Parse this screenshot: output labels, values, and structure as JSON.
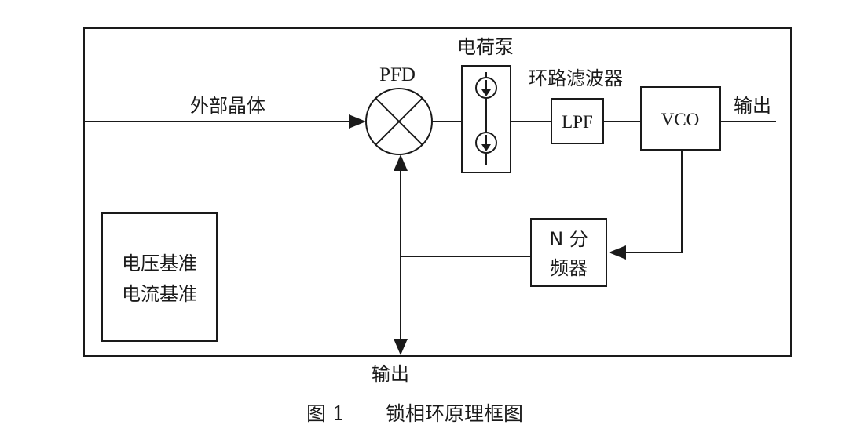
{
  "labels": {
    "crystal": "外部晶体",
    "pfd": "PFD",
    "charge_pump": "电荷泵",
    "loop_filter": "环路滤波器",
    "lpf": "LPF",
    "vco": "VCO",
    "output_right": "输出",
    "divider_line1": "N 分",
    "divider_line2": "频器",
    "reference_line1": "电压基准",
    "reference_line2": "电流基准",
    "output_bottom": "输出"
  },
  "caption": {
    "number": "图 1",
    "title": "锁相环原理框图"
  }
}
